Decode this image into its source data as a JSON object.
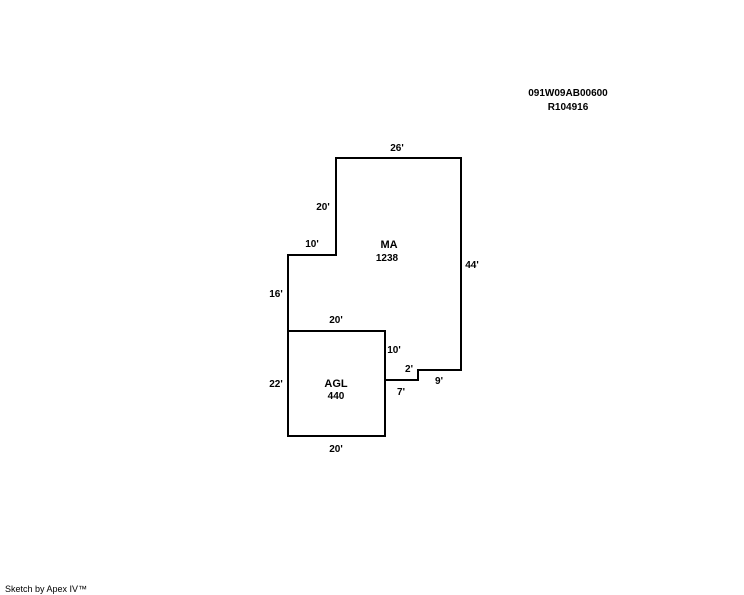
{
  "parcel": {
    "id": "091W09AB00600",
    "ref": "R104916"
  },
  "areas": {
    "main": {
      "code": "MA",
      "sqft": "1238"
    },
    "garage": {
      "code": "AGL",
      "sqft": "440"
    }
  },
  "dimensions": {
    "main_top": "26'",
    "main_right": "44'",
    "main_upper_left": "20'",
    "main_step": "10'",
    "main_lower_left": "16'",
    "bottom_step_short": "2'",
    "bottom_step_long": "9'",
    "garage_top": "20'",
    "garage_right_upper": "10'",
    "garage_right_lower": "7'",
    "garage_left": "22'",
    "garage_bottom": "20'"
  },
  "footer": {
    "credit": "Sketch by Apex IV™"
  },
  "colors": {
    "line": "#000000",
    "background": "#ffffff"
  }
}
